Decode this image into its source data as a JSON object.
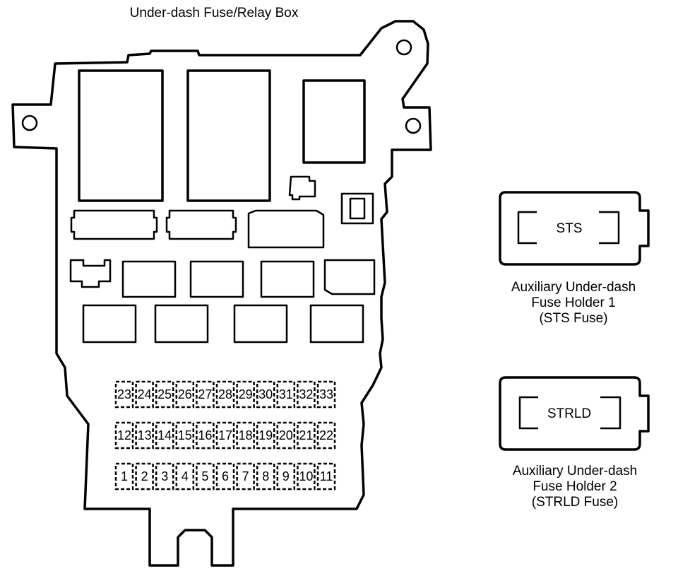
{
  "title": "Under-dash Fuse/Relay Box",
  "fuse_rows": [
    [
      "23",
      "24",
      "25",
      "26",
      "27",
      "28",
      "29",
      "30",
      "31",
      "32",
      "33"
    ],
    [
      "12",
      "13",
      "14",
      "15",
      "16",
      "17",
      "18",
      "19",
      "20",
      "21",
      "22"
    ],
    [
      "1",
      "2",
      "3",
      "4",
      "5",
      "6",
      "7",
      "8",
      "9",
      "10",
      "11"
    ]
  ],
  "aux_holders": [
    {
      "fuse_label": "STS",
      "caption": [
        "Auxiliary Under-dash",
        "Fuse Holder 1",
        "(STS Fuse)"
      ]
    },
    {
      "fuse_label": "STRLD",
      "caption": [
        "Auxiliary Under-dash",
        "Fuse Holder 2",
        "(STRLD Fuse)"
      ]
    }
  ],
  "colors": {
    "line": "#000000",
    "background": "#ffffff"
  }
}
